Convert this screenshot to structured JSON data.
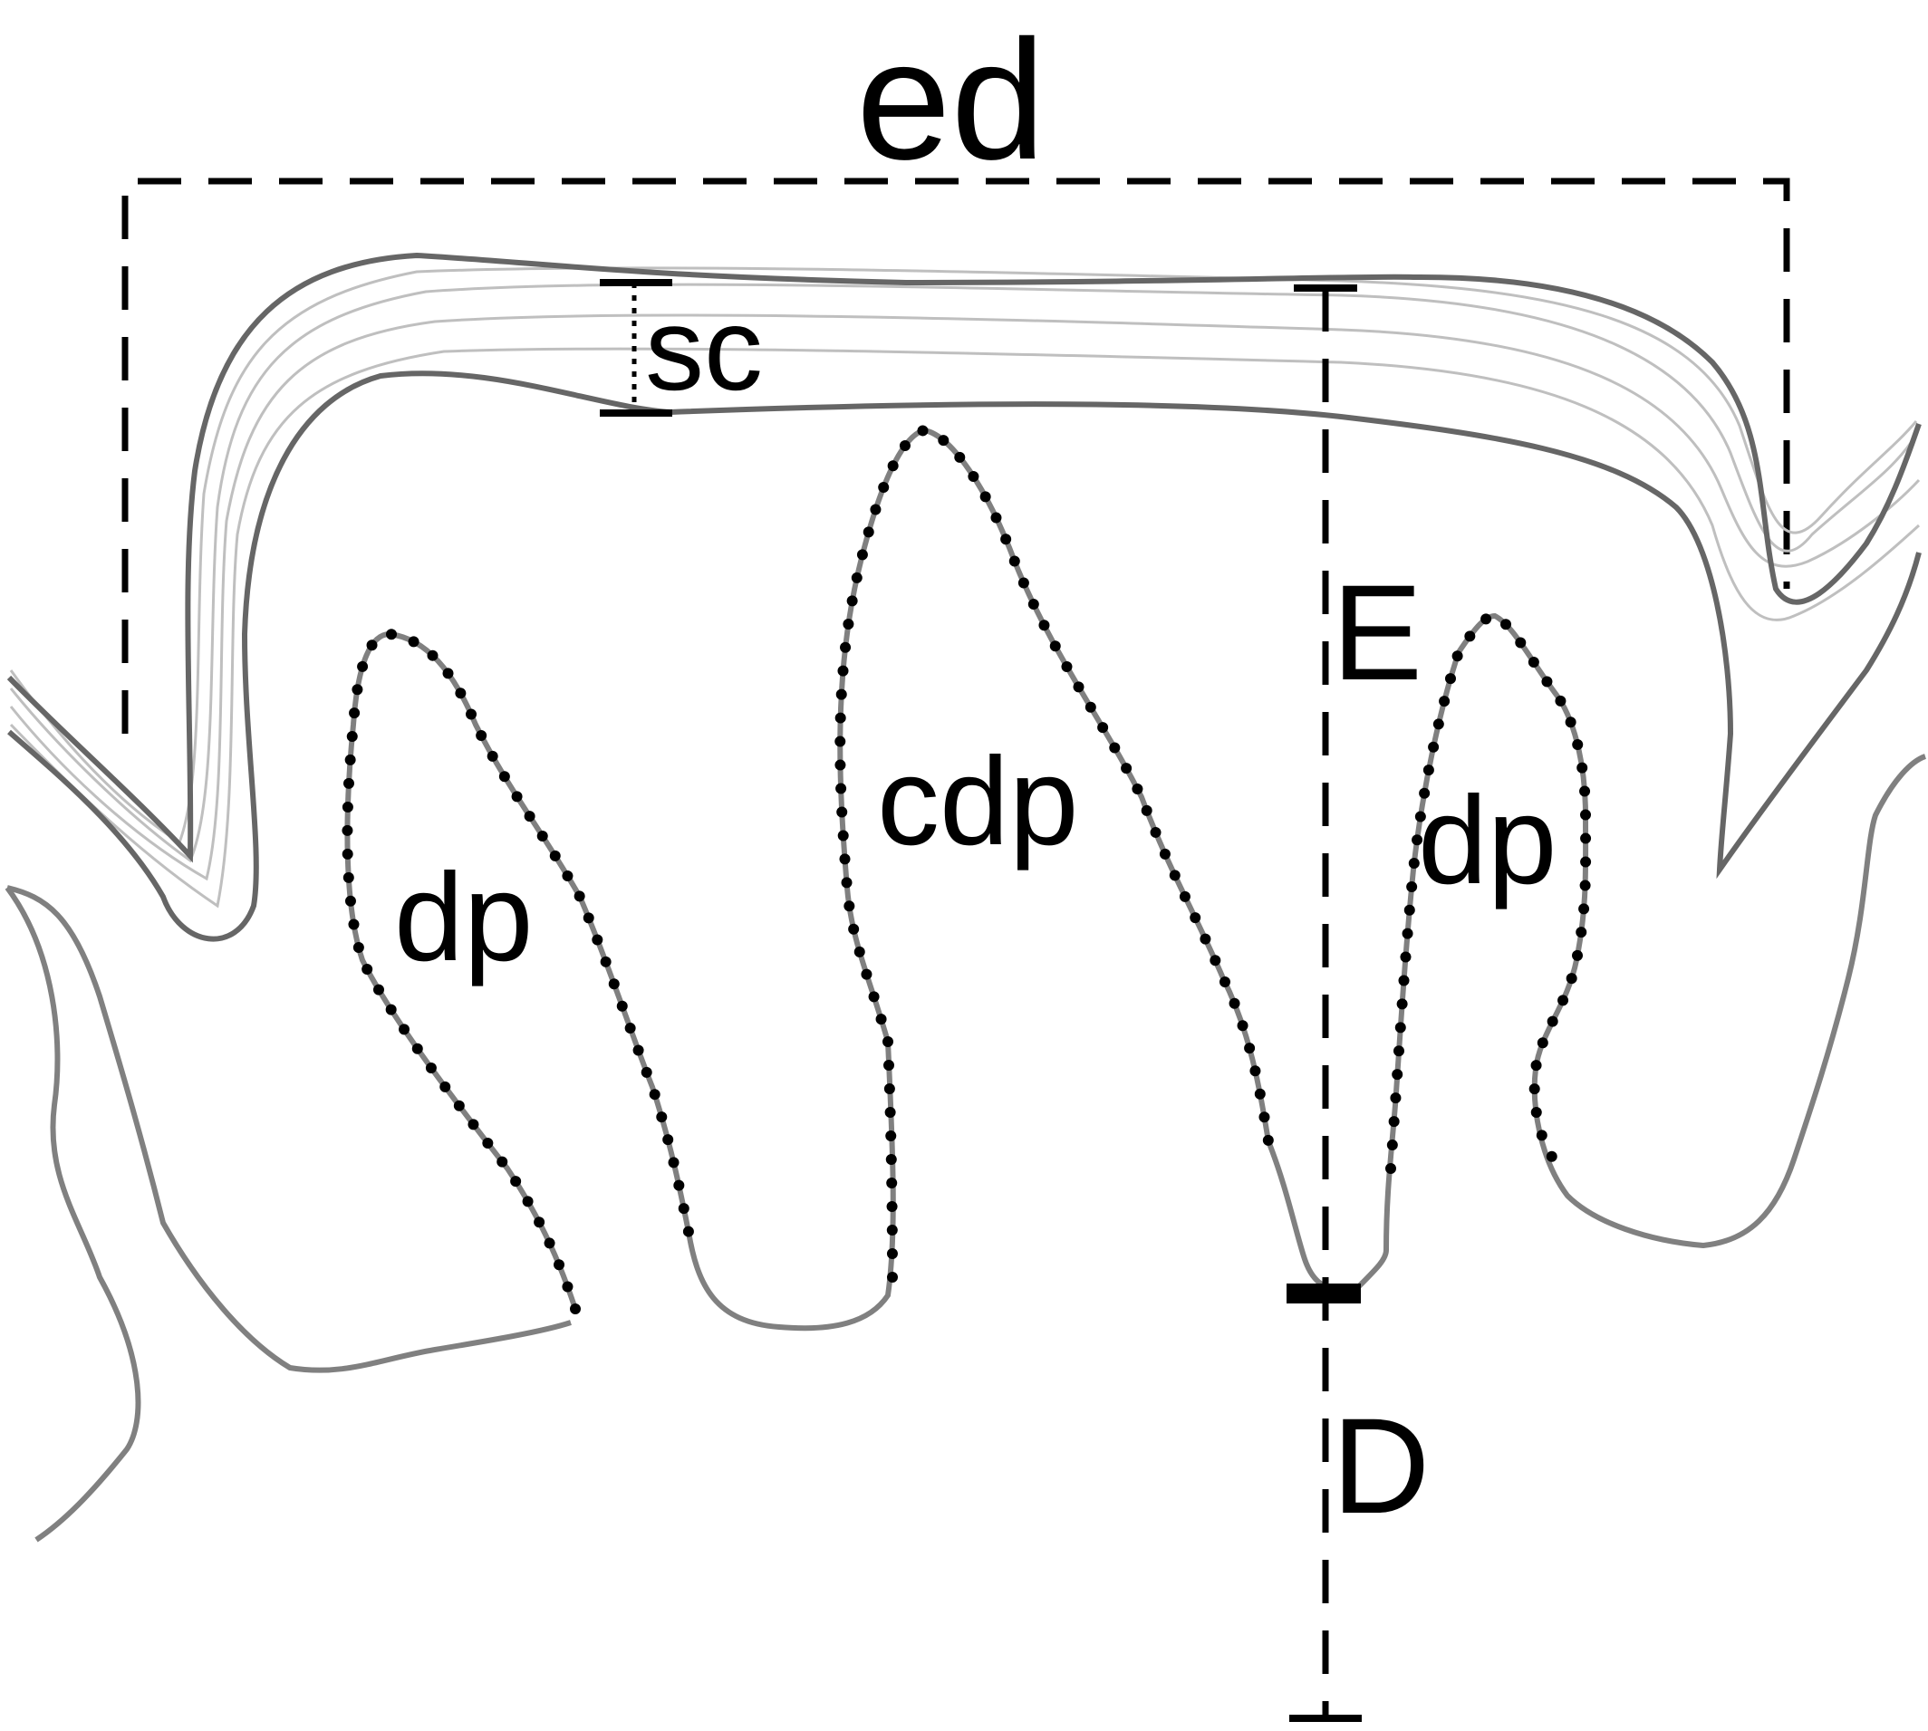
{
  "diagram": {
    "labels": {
      "ed": "ed",
      "sc": "sc",
      "E": "E",
      "D": "D",
      "cdp": "cdp",
      "dp_left": "dp",
      "dp_right": "dp"
    },
    "colors": {
      "outline": "#808080",
      "layer": "#bfbfbf",
      "dark_outline": "#666666",
      "marker": "#000000"
    }
  }
}
